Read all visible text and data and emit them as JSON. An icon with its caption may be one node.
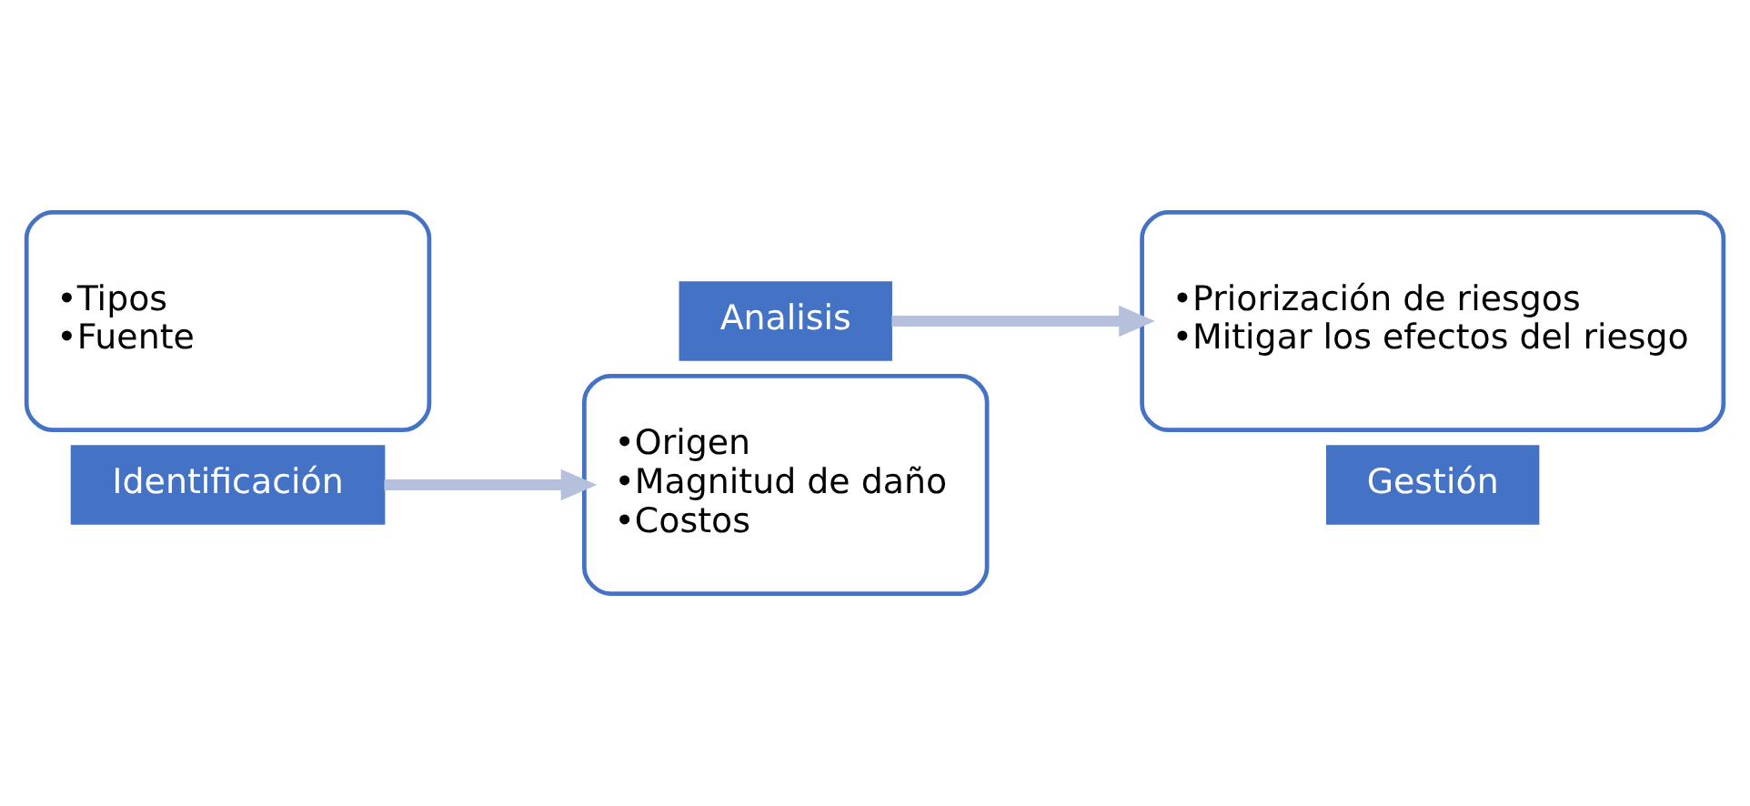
{
  "diagram": {
    "nodes": [
      {
        "text": [
          "•Tipos",
          "•Fuente"
        ]
      },
      {
        "text": [
          "Identificación"
        ]
      },
      {
        "text": [
          "•Origen",
          "•Magnitud de daño",
          "•Costos"
        ]
      },
      {
        "text": [
          "Analisis"
        ]
      },
      {
        "text": [
          "•Priorización de riesgos",
          "•Mitigar los efectos del riesgo"
        ]
      },
      {
        "text": [
          "Gestión"
        ]
      }
    ],
    "edges": [
      {
        "from": 1,
        "to": 2,
        "arrow": "to"
      },
      {
        "from": 3,
        "to": 4,
        "arrow": "to"
      }
    ]
  }
}
